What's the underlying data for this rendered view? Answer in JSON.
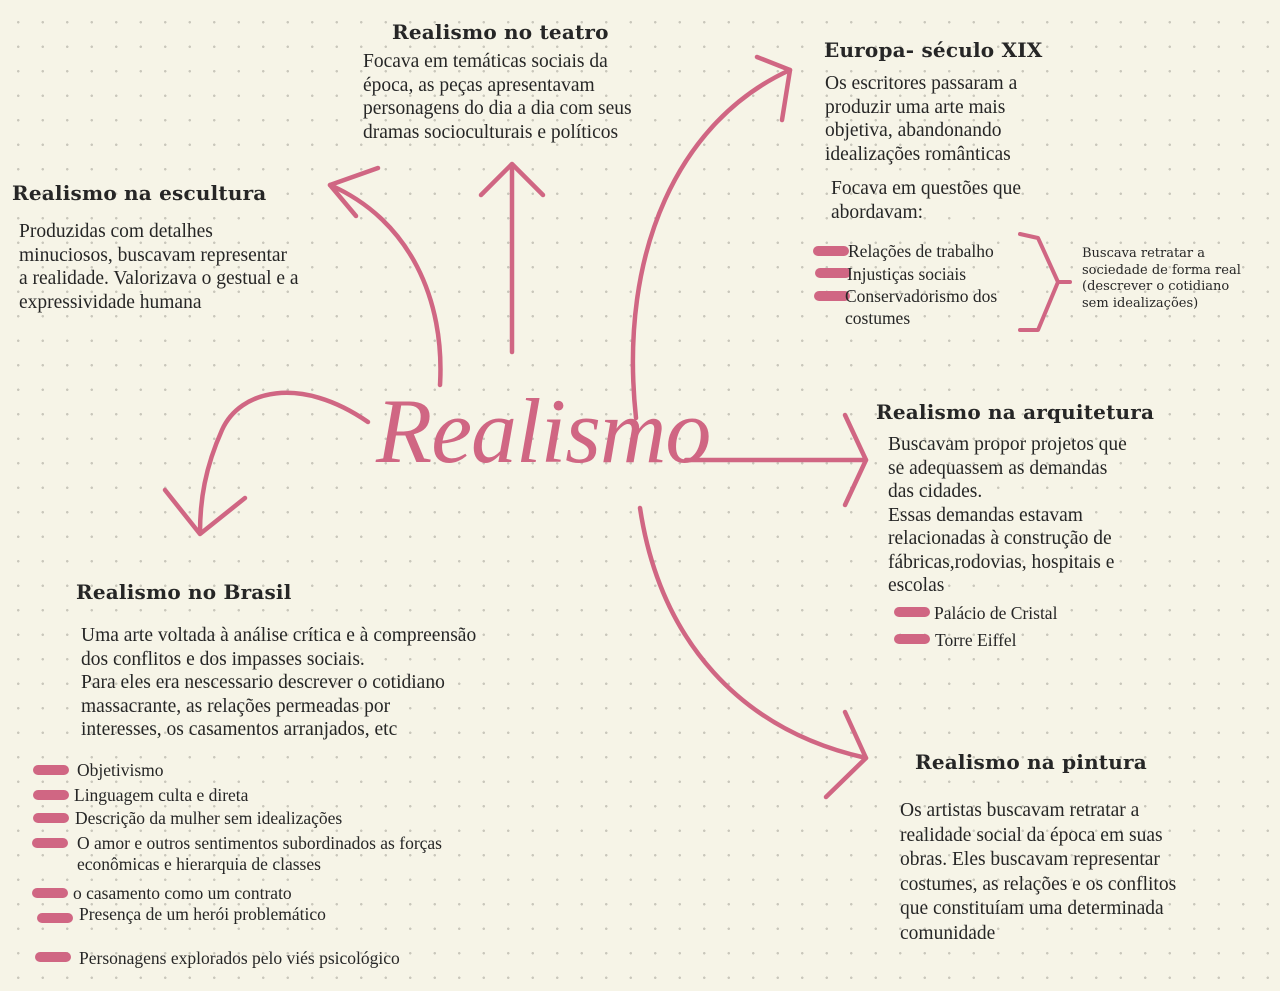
{
  "colors": {
    "accent": "#d06683",
    "background": "#f6f4e7"
  },
  "center": {
    "title": "Realismo"
  },
  "teatro": {
    "title": "Realismo no teatro",
    "text": "Focava em temáticas sociais da\népoca, as peças apresentavam\npersonagens do dia a dia com seus\ndramas socioculturais e políticos"
  },
  "escultura": {
    "title": "Realismo na escultura",
    "text": "Produzidas com detalhes\nminuciosos, buscavam representar\na realidade. Valorizava o gestual e a\nexpressividade humana"
  },
  "europa": {
    "title": "Europa- século XIX",
    "text": "Os escritores passaram a\nproduzir uma arte mais\nobjetiva, abandonando\nidealizações românticas",
    "subtitle": "Focava em questões que\nabordavam:",
    "items": [
      "Relações de trabalho",
      "Injustiças sociais",
      "Conservadorismo dos\ncostumes"
    ],
    "note": "Buscava retratar a\nsociedade de forma real\n(descrever o cotidiano\nsem idealizações)"
  },
  "arquitetura": {
    "title": "Realismo na arquitetura",
    "text": "Buscavam propor projetos que\nse adequassem as demandas\ndas cidades.\nEssas demandas estavam\nrelacionadas à construção de\nfábricas,rodovias, hospitais e\nescolas",
    "items": [
      "Palácio de Cristal",
      "Torre Eiffel"
    ]
  },
  "brasil": {
    "title": "Realismo no Brasil",
    "text": "Uma arte voltada à  análise crítica e à compreensão\ndos conflitos e dos impasses sociais.\nPara eles era nescessario descrever o cotidiano\nmassacrante, as relações permeadas por\ninteresses, os casamentos arranjados, etc",
    "items": [
      "Objetivismo",
      "Linguagem culta e direta",
      "Descrição da mulher sem idealizações",
      "O amor e outros sentimentos subordinados as forças\neconômicas e hierarquia de classes",
      "o casamento como um contrato",
      "Presença de um herói problemático",
      "Personagens explorados pelo viés psicológico"
    ]
  },
  "pintura": {
    "title": "Realismo na pintura",
    "text": "Os artistas buscavam retratar a\nrealidade social da época em suas\nobras. Eles buscavam representar\ncostumes, as relações e os conflitos\nque constituíam uma determinada\ncomunidade"
  }
}
